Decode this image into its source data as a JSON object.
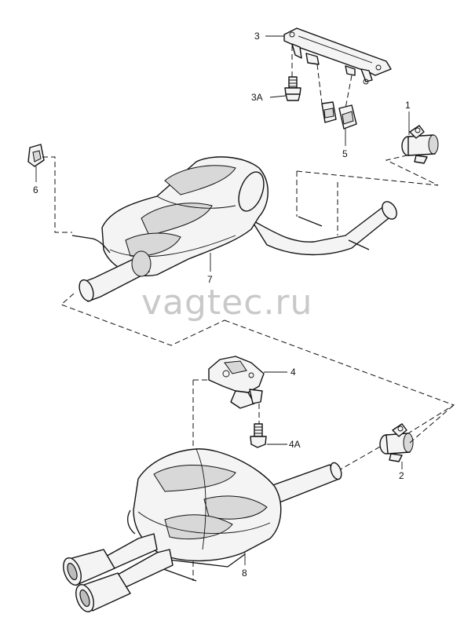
{
  "watermark": "vagtec.ru",
  "labels": {
    "p1": "1",
    "p2": "2",
    "p3": "3",
    "p3a": "3A",
    "p4": "4",
    "p4a": "4A",
    "p5": "5",
    "p6": "6",
    "p7": "7",
    "p8": "8"
  }
}
